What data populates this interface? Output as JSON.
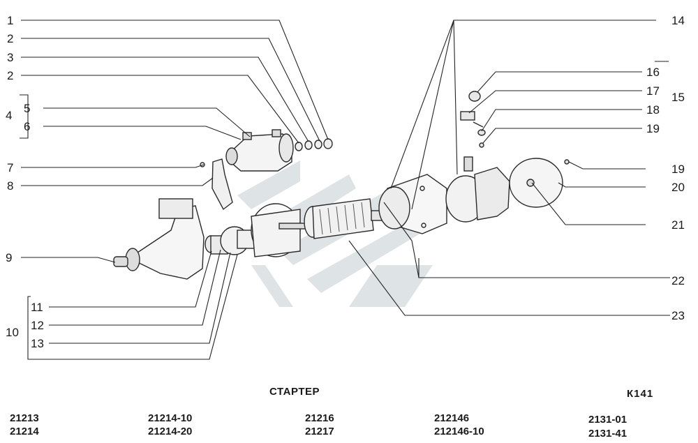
{
  "title": "СТАРТЕР",
  "page_code": "К141",
  "callouts": {
    "c1": "1",
    "c2a": "2",
    "c3": "3",
    "c2b": "2",
    "c4": "4",
    "c5": "5",
    "c6": "6",
    "c7": "7",
    "c8": "8",
    "c9": "9",
    "c10": "10",
    "c11": "11",
    "c12": "12",
    "c13": "13",
    "c14": "14",
    "c15": "15",
    "c16": "16",
    "c17": "17",
    "c18": "18",
    "c19a": "19",
    "c19b": "19",
    "c20": "20",
    "c21": "21",
    "c22": "22",
    "c23": "23"
  },
  "models": {
    "col1": [
      "21213",
      "21214"
    ],
    "col2": [
      "21214-10",
      "21214-20"
    ],
    "col3": [
      "21216",
      "21217"
    ],
    "col4": [
      "212146",
      "212146-10"
    ],
    "col5": [
      "2131-01",
      "2131-41"
    ]
  }
}
